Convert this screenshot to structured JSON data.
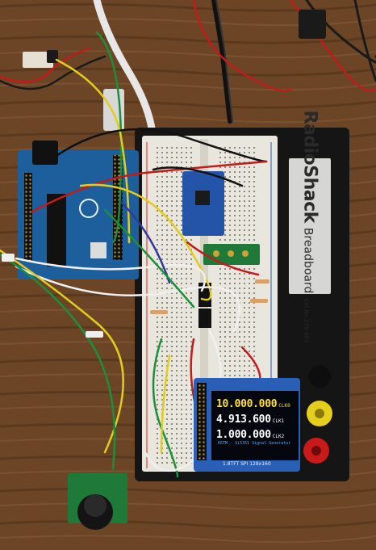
{
  "breadboard": {
    "brand": "RadioShack",
    "type": "Breadboard",
    "catalog": "Cat.No.276-003"
  },
  "display": {
    "freqs": [
      {
        "value": "10.000.000",
        "clock": "CLK0"
      },
      {
        "value": "4.913.600",
        "clock": "CLK1"
      },
      {
        "value": "1.000.000",
        "clock": "CLK2"
      }
    ],
    "caption": "K6TM - Si5351 Signal Generator",
    "pcb_label": "1.8TFT  SPI 128x160"
  },
  "colors": {
    "table": "#6b4526",
    "board_frame": "#151515",
    "breadboard_white": "#e9e6dd",
    "arduino_blue": "#1d5f9c",
    "display_highlight": "#ffe033",
    "display_caption": "#4aa8ff"
  }
}
